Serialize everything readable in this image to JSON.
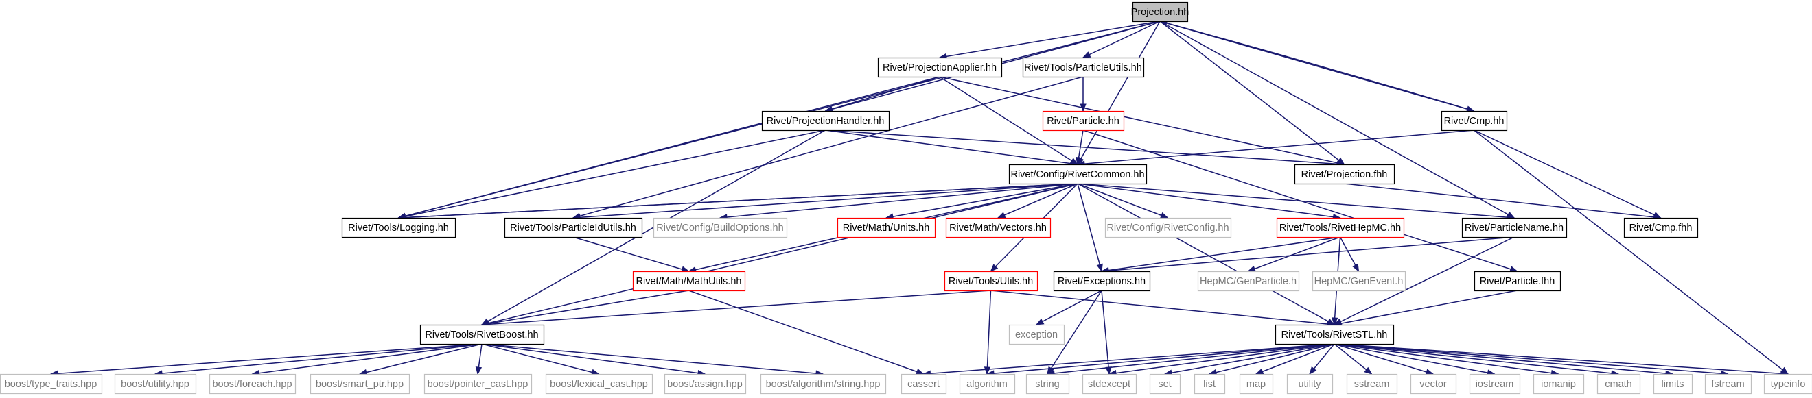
{
  "colors": {
    "edge": "#191970",
    "normal_border": "#000000",
    "missing_border": "#ff0000",
    "external_border": "#bfbfbf",
    "root_fill": "#bfbfbf",
    "external_text": "#7a7a7a"
  },
  "nodes": [
    {
      "id": "projection_hh",
      "label": "Projection.hh",
      "kind": "root"
    },
    {
      "id": "projection_applier",
      "label": "Rivet/ProjectionApplier.hh",
      "kind": "normal"
    },
    {
      "id": "particle_utils",
      "label": "Rivet/Tools/ParticleUtils.hh",
      "kind": "normal"
    },
    {
      "id": "projection_handler",
      "label": "Rivet/ProjectionHandler.hh",
      "kind": "normal"
    },
    {
      "id": "particle_hh",
      "label": "Rivet/Particle.hh",
      "kind": "red"
    },
    {
      "id": "cmp_hh",
      "label": "Rivet/Cmp.hh",
      "kind": "normal"
    },
    {
      "id": "rivet_common",
      "label": "Rivet/Config/RivetCommon.hh",
      "kind": "normal"
    },
    {
      "id": "projection_fhh",
      "label": "Rivet/Projection.fhh",
      "kind": "normal"
    },
    {
      "id": "logging",
      "label": "Rivet/Tools/Logging.hh",
      "kind": "normal"
    },
    {
      "id": "particle_id_utils",
      "label": "Rivet/Tools/ParticleIdUtils.hh",
      "kind": "normal"
    },
    {
      "id": "build_options",
      "label": "Rivet/Config/BuildOptions.hh",
      "kind": "external"
    },
    {
      "id": "math_units",
      "label": "Rivet/Math/Units.hh",
      "kind": "red"
    },
    {
      "id": "math_vectors",
      "label": "Rivet/Math/Vectors.hh",
      "kind": "red"
    },
    {
      "id": "rivet_config",
      "label": "Rivet/Config/RivetConfig.hh",
      "kind": "external"
    },
    {
      "id": "rivet_hepmc",
      "label": "Rivet/Tools/RivetHepMC.hh",
      "kind": "red"
    },
    {
      "id": "particle_name",
      "label": "Rivet/ParticleName.hh",
      "kind": "normal"
    },
    {
      "id": "cmp_fhh",
      "label": "Rivet/Cmp.fhh",
      "kind": "normal"
    },
    {
      "id": "math_utils",
      "label": "Rivet/Math/MathUtils.hh",
      "kind": "red"
    },
    {
      "id": "tools_utils",
      "label": "Rivet/Tools/Utils.hh",
      "kind": "red"
    },
    {
      "id": "exceptions",
      "label": "Rivet/Exceptions.hh",
      "kind": "normal"
    },
    {
      "id": "hepmc_genparticle",
      "label": "HepMC/GenParticle.h",
      "kind": "external"
    },
    {
      "id": "hepmc_genevent",
      "label": "HepMC/GenEvent.h",
      "kind": "external"
    },
    {
      "id": "particle_fhh",
      "label": "Rivet/Particle.fhh",
      "kind": "normal"
    },
    {
      "id": "rivet_boost",
      "label": "Rivet/Tools/RivetBoost.hh",
      "kind": "normal"
    },
    {
      "id": "exception",
      "label": "exception",
      "kind": "external"
    },
    {
      "id": "rivet_stl",
      "label": "Rivet/Tools/RivetSTL.hh",
      "kind": "normal"
    },
    {
      "id": "boost_type_traits",
      "label": "boost/type_traits.hpp",
      "kind": "external"
    },
    {
      "id": "boost_utility",
      "label": "boost/utility.hpp",
      "kind": "external"
    },
    {
      "id": "boost_foreach",
      "label": "boost/foreach.hpp",
      "kind": "external"
    },
    {
      "id": "boost_smart_ptr",
      "label": "boost/smart_ptr.hpp",
      "kind": "external"
    },
    {
      "id": "boost_pointer_cast",
      "label": "boost/pointer_cast.hpp",
      "kind": "external"
    },
    {
      "id": "boost_lexical_cast",
      "label": "boost/lexical_cast.hpp",
      "kind": "external"
    },
    {
      "id": "boost_assign",
      "label": "boost/assign.hpp",
      "kind": "external"
    },
    {
      "id": "boost_algorithm_string",
      "label": "boost/algorithm/string.hpp",
      "kind": "external"
    },
    {
      "id": "cassert",
      "label": "cassert",
      "kind": "external"
    },
    {
      "id": "algorithm",
      "label": "algorithm",
      "kind": "external"
    },
    {
      "id": "string",
      "label": "string",
      "kind": "external"
    },
    {
      "id": "stdexcept",
      "label": "stdexcept",
      "kind": "external"
    },
    {
      "id": "set",
      "label": "set",
      "kind": "external"
    },
    {
      "id": "list",
      "label": "list",
      "kind": "external"
    },
    {
      "id": "map",
      "label": "map",
      "kind": "external"
    },
    {
      "id": "utility",
      "label": "utility",
      "kind": "external"
    },
    {
      "id": "sstream",
      "label": "sstream",
      "kind": "external"
    },
    {
      "id": "vector",
      "label": "vector",
      "kind": "external"
    },
    {
      "id": "iostream",
      "label": "iostream",
      "kind": "external"
    },
    {
      "id": "iomanip",
      "label": "iomanip",
      "kind": "external"
    },
    {
      "id": "cmath",
      "label": "cmath",
      "kind": "external"
    },
    {
      "id": "limits",
      "label": "limits",
      "kind": "external"
    },
    {
      "id": "fstream",
      "label": "fstream",
      "kind": "external"
    },
    {
      "id": "typeinfo",
      "label": "typeinfo",
      "kind": "external"
    }
  ],
  "edges": [
    [
      "projection_hh",
      "projection_applier"
    ],
    [
      "projection_hh",
      "particle_utils"
    ],
    [
      "projection_hh",
      "projection_handler"
    ],
    [
      "projection_hh",
      "logging"
    ],
    [
      "projection_hh",
      "rivet_common"
    ],
    [
      "projection_hh",
      "projection_fhh"
    ],
    [
      "projection_hh",
      "particle_name"
    ],
    [
      "projection_hh",
      "cmp_hh"
    ],
    [
      "cmp_hh",
      "projection_hh"
    ],
    [
      "projection_applier",
      "projection_handler"
    ],
    [
      "projection_applier",
      "rivet_common"
    ],
    [
      "projection_applier",
      "projection_fhh"
    ],
    [
      "projection_applier",
      "logging"
    ],
    [
      "particle_utils",
      "particle_hh"
    ],
    [
      "particle_utils",
      "particle_id_utils"
    ],
    [
      "projection_handler",
      "rivet_common"
    ],
    [
      "projection_handler",
      "projection_fhh"
    ],
    [
      "projection_handler",
      "logging"
    ],
    [
      "projection_handler",
      "rivet_boost"
    ],
    [
      "particle_hh",
      "rivet_common"
    ],
    [
      "particle_hh",
      "particle_fhh"
    ],
    [
      "cmp_hh",
      "rivet_common"
    ],
    [
      "cmp_hh",
      "cmp_fhh"
    ],
    [
      "cmp_hh",
      "typeinfo"
    ],
    [
      "rivet_common",
      "logging"
    ],
    [
      "logging",
      "rivet_common"
    ],
    [
      "rivet_common",
      "particle_id_utils"
    ],
    [
      "rivet_common",
      "build_options"
    ],
    [
      "rivet_common",
      "math_units"
    ],
    [
      "rivet_common",
      "math_vectors"
    ],
    [
      "rivet_common",
      "rivet_config"
    ],
    [
      "rivet_common",
      "rivet_hepmc"
    ],
    [
      "rivet_common",
      "particle_name"
    ],
    [
      "rivet_common",
      "math_utils"
    ],
    [
      "rivet_common",
      "tools_utils"
    ],
    [
      "rivet_common",
      "exceptions"
    ],
    [
      "rivet_common",
      "rivet_boost"
    ],
    [
      "rivet_common",
      "rivet_stl"
    ],
    [
      "projection_fhh",
      "cmp_fhh"
    ],
    [
      "rivet_hepmc",
      "exceptions"
    ],
    [
      "rivet_hepmc",
      "hepmc_genparticle"
    ],
    [
      "rivet_hepmc",
      "hepmc_genevent"
    ],
    [
      "rivet_hepmc",
      "rivet_stl"
    ],
    [
      "particle_name",
      "exceptions"
    ],
    [
      "particle_name",
      "rivet_stl"
    ],
    [
      "particle_id_utils",
      "math_utils"
    ],
    [
      "math_utils",
      "rivet_boost"
    ],
    [
      "math_utils",
      "cassert"
    ],
    [
      "tools_utils",
      "rivet_boost"
    ],
    [
      "tools_utils",
      "rivet_stl"
    ],
    [
      "tools_utils",
      "algorithm"
    ],
    [
      "exceptions",
      "exception"
    ],
    [
      "exceptions",
      "string"
    ],
    [
      "exceptions",
      "stdexcept"
    ],
    [
      "particle_fhh",
      "rivet_stl"
    ],
    [
      "rivet_boost",
      "boost_type_traits"
    ],
    [
      "rivet_boost",
      "boost_utility"
    ],
    [
      "rivet_boost",
      "boost_foreach"
    ],
    [
      "rivet_boost",
      "boost_smart_ptr"
    ],
    [
      "rivet_boost",
      "boost_pointer_cast"
    ],
    [
      "rivet_boost",
      "boost_lexical_cast"
    ],
    [
      "rivet_boost",
      "boost_assign"
    ],
    [
      "rivet_boost",
      "boost_algorithm_string"
    ],
    [
      "rivet_stl",
      "cassert"
    ],
    [
      "rivet_stl",
      "algorithm"
    ],
    [
      "rivet_stl",
      "string"
    ],
    [
      "rivet_stl",
      "stdexcept"
    ],
    [
      "rivet_stl",
      "set"
    ],
    [
      "rivet_stl",
      "list"
    ],
    [
      "rivet_stl",
      "map"
    ],
    [
      "rivet_stl",
      "utility"
    ],
    [
      "rivet_stl",
      "sstream"
    ],
    [
      "rivet_stl",
      "vector"
    ],
    [
      "rivet_stl",
      "iostream"
    ],
    [
      "rivet_stl",
      "iomanip"
    ],
    [
      "rivet_stl",
      "cmath"
    ],
    [
      "rivet_stl",
      "limits"
    ],
    [
      "rivet_stl",
      "fstream"
    ],
    [
      "rivet_stl",
      "typeinfo"
    ]
  ]
}
